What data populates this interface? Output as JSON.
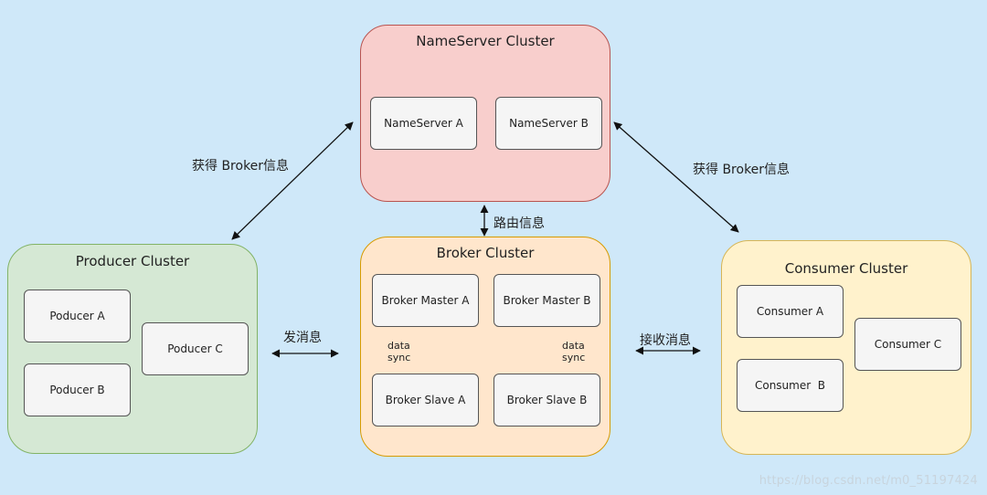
{
  "colors": {
    "background": "#cfe8f9",
    "nameserver_fill": "#f8cecc",
    "nameserver_border": "#b85450",
    "producer_fill": "#d5e8d4",
    "producer_border": "#82b366",
    "broker_fill": "#ffe6cc",
    "broker_border": "#d79b00",
    "consumer_fill": "#fff2cc",
    "consumer_border": "#d6b656"
  },
  "nameserver": {
    "title": "NameServer Cluster",
    "nodes": [
      "NameServer A",
      "NameServer B"
    ]
  },
  "producer": {
    "title": "Producer Cluster",
    "nodes": [
      "Poducer A",
      "Poducer B",
      "Poducer C"
    ]
  },
  "broker": {
    "title": "Broker Cluster",
    "nodes": [
      "Broker Master A",
      "Broker Master B",
      "Broker Slave A",
      "Broker Slave B"
    ],
    "sync_label_a": "data\nsync",
    "sync_label_b": "data\nsync"
  },
  "consumer": {
    "title": "Consumer Cluster",
    "nodes": [
      "Consumer A",
      "Consumer  B",
      "Consumer C"
    ]
  },
  "edges": {
    "producer_nameserver": "获得 Broker信息",
    "consumer_nameserver": "获得 Broker信息",
    "nameserver_broker": "路由信息",
    "producer_broker": "发消息",
    "broker_consumer": "接收消息"
  },
  "watermark": "https://blog.csdn.net/m0_51197424"
}
